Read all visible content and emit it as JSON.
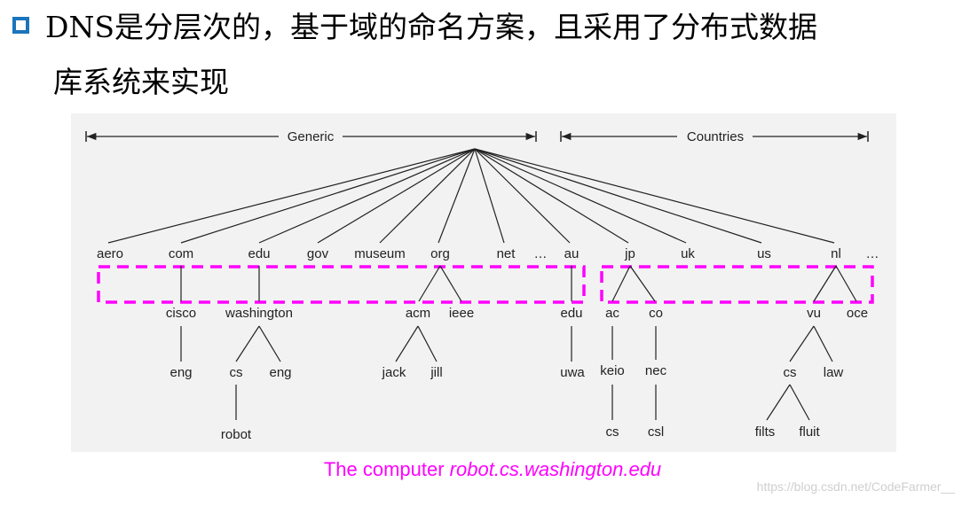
{
  "heading": {
    "line1": "DNS是分层次的，基于域的命名方案，且采用了分布式数据",
    "line2": "库系统来实现"
  },
  "colors": {
    "bullet": "#1b75bc",
    "highlight": "#ff00ff",
    "lines": "#222222"
  },
  "diagram": {
    "generic_label": "Generic",
    "countries_label": "Countries",
    "top_level": [
      "aero",
      "com",
      "edu",
      "gov",
      "museum",
      "org",
      "net",
      "…",
      "au",
      "jp",
      "uk",
      "us",
      "nl",
      "…"
    ],
    "second_level": [
      "cisco",
      "washington",
      "acm",
      "ieee",
      "edu",
      "ac",
      "co",
      "vu",
      "oce"
    ],
    "third_level": [
      "eng",
      "cs",
      "eng",
      "jack",
      "jill",
      "uwa",
      "keio",
      "nec",
      "cs",
      "law"
    ],
    "fourth_level": [
      "robot",
      "cs",
      "csl",
      "filts",
      "fluit"
    ]
  },
  "caption": {
    "prefix": "The computer ",
    "domain": "robot.cs.washington.edu"
  },
  "watermark": "https://blog.csdn.net/CodeFarmer__"
}
